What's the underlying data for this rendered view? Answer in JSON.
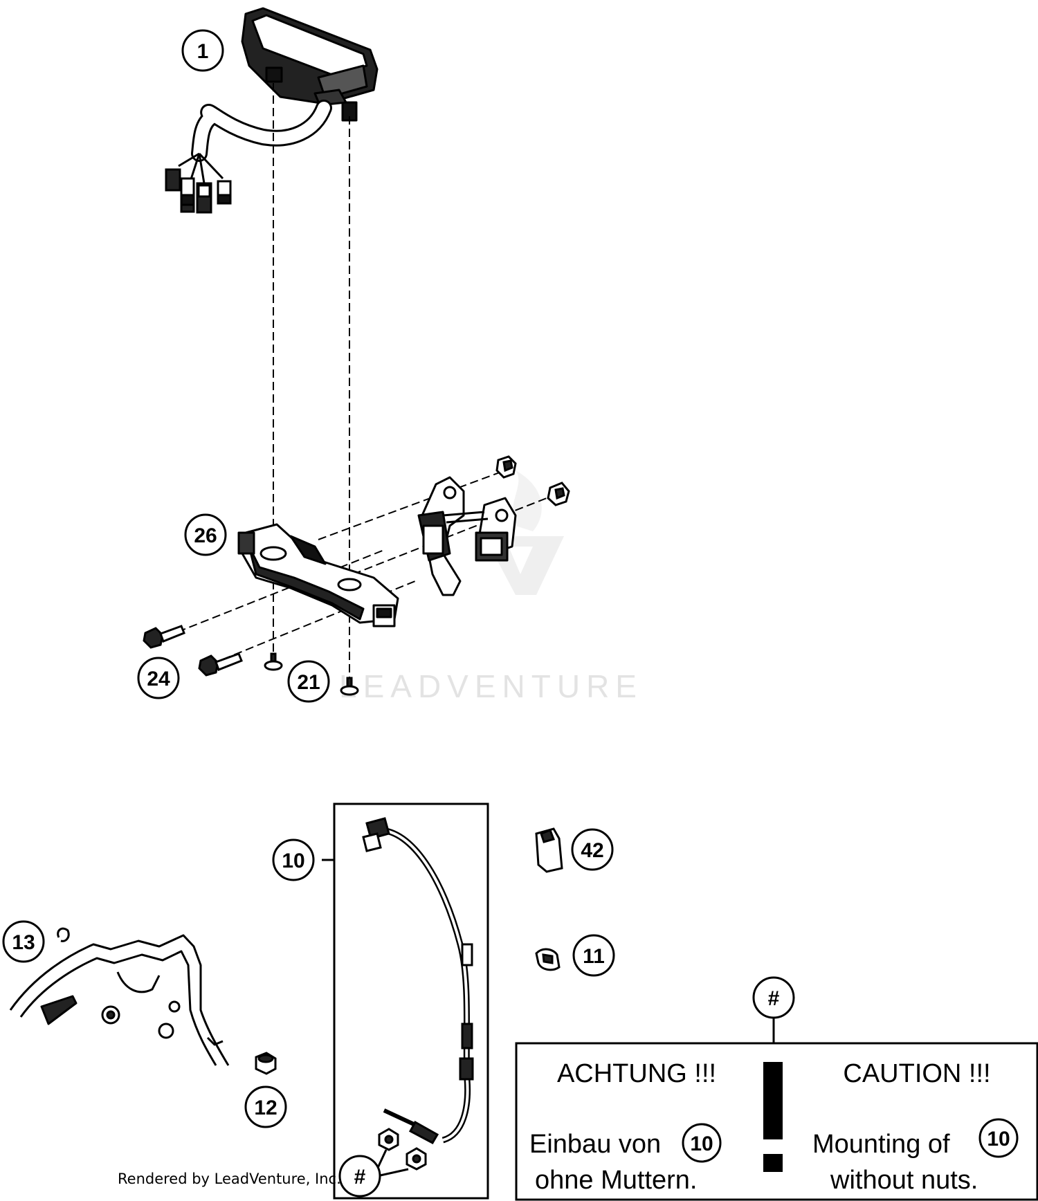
{
  "callouts": {
    "c1": "1",
    "c26": "26",
    "c24": "24",
    "c21": "21",
    "c10": "10",
    "c42": "42",
    "c13": "13",
    "c11": "11",
    "c12": "12",
    "hash_top": "#",
    "hash_bottom": "#"
  },
  "warning": {
    "de_title": "ACHTUNG !!!",
    "en_title": "CAUTION !!!",
    "de_line1": "Einbau von",
    "de_ref": "10",
    "de_line2": "ohne Muttern.",
    "en_line1": "Mounting of",
    "en_ref": "10",
    "en_line2": "without nuts."
  },
  "watermark": "LEADVENTURE",
  "credit": "Rendered by LeadVenture, Inc."
}
